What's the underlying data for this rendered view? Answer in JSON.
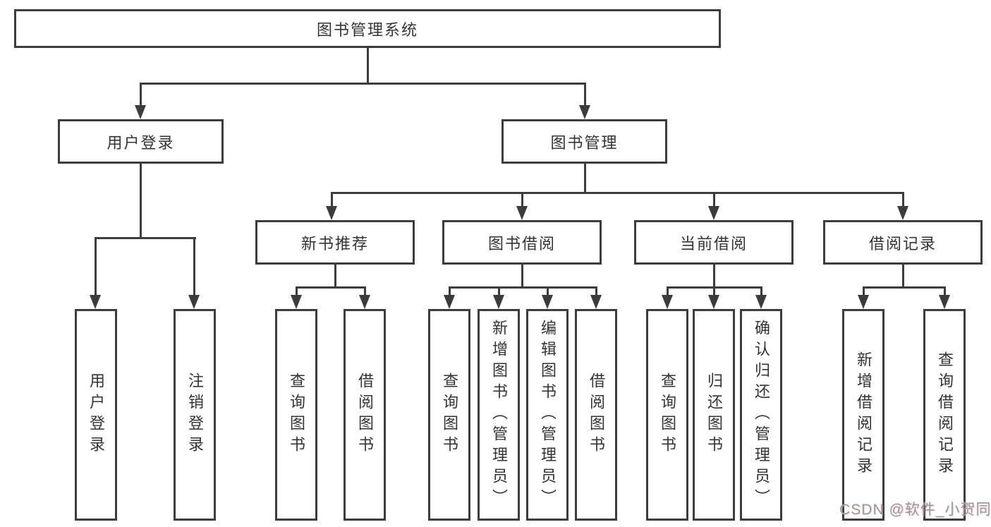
{
  "diagram": {
    "title": "图书管理系统",
    "colors": {
      "line": "#3c3c3c",
      "text": "#333333",
      "watermark": "#9a9a9a"
    },
    "root": {
      "label": "图书管理系统"
    },
    "level2": [
      {
        "label": "用户登录"
      },
      {
        "label": "图书管理"
      }
    ],
    "level3": [
      {
        "label": "新书推荐"
      },
      {
        "label": "图书借阅"
      },
      {
        "label": "当前借阅"
      },
      {
        "label": "借阅记录"
      }
    ],
    "leaves": {
      "user_login": [
        "用户登录",
        "注销登录"
      ],
      "new_book_recommend": [
        "查询图书",
        "借阅图书"
      ],
      "book_borrow": [
        "查询图书",
        "新增图书（管理员）",
        "编辑图书（管理员）",
        "借阅图书"
      ],
      "current_borrow": [
        "查询图书",
        "归还图书",
        "确认归还（管理员）"
      ],
      "borrow_record": [
        "新增借阅记录",
        "查询借阅记录"
      ]
    },
    "watermark": "CSDN @软件_小贺同学"
  }
}
